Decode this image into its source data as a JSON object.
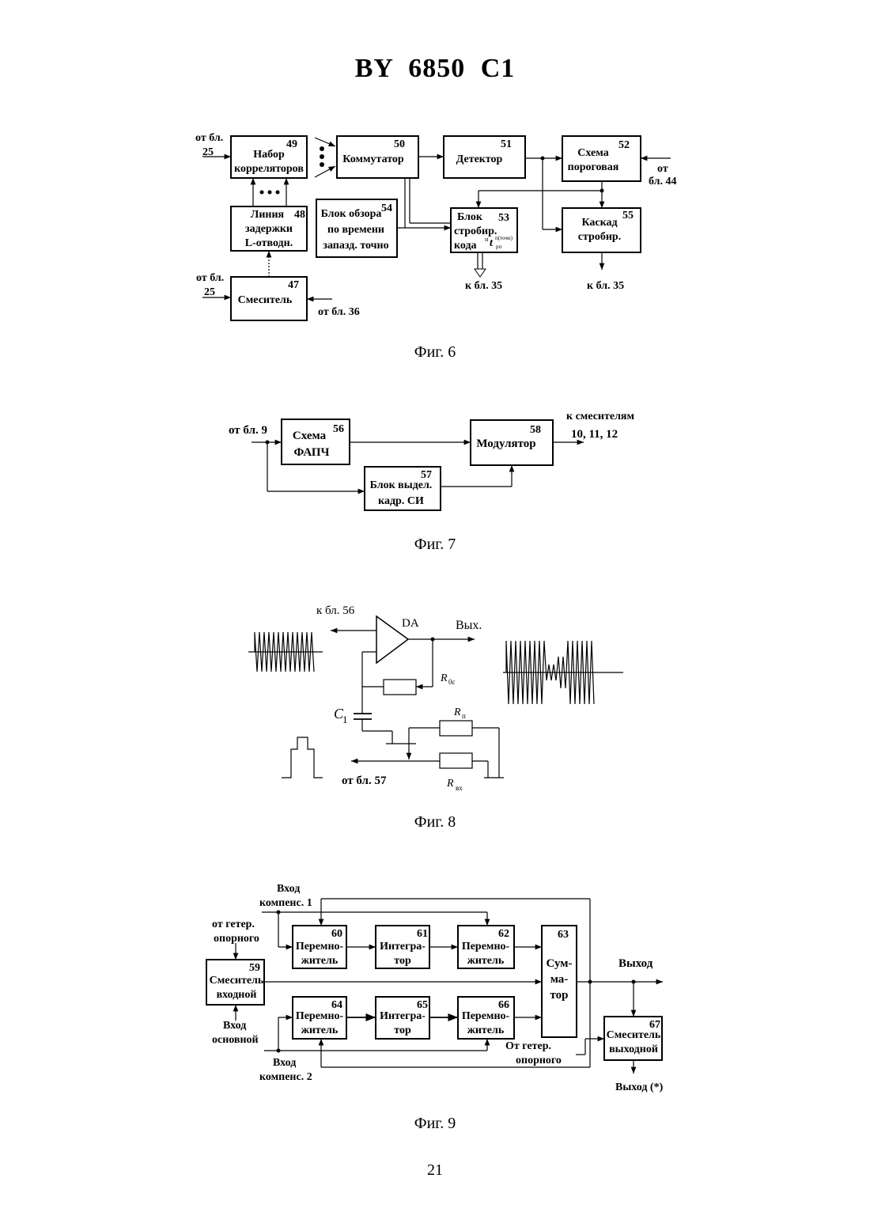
{
  "header": {
    "title": "BY 6850 C1"
  },
  "fig6": {
    "caption": "Фиг. 6",
    "blocks": {
      "b49": {
        "num": "49",
        "line1": "Набор",
        "line2": "корреляторов"
      },
      "b50": {
        "num": "50",
        "line1": "Коммутатор"
      },
      "b51": {
        "num": "51",
        "line1": "Детектор"
      },
      "b52": {
        "num": "52",
        "line1": "Схема",
        "line2": "пороговая"
      },
      "b48": {
        "num": "48",
        "line1": "Линия",
        "line2": "задержки",
        "line3": "L-отводн."
      },
      "b54": {
        "num": "54",
        "line1": "Блок обзора",
        "line2": "по времени",
        "line3": "запазд. точно"
      },
      "b53": {
        "num": "53",
        "line1": "Блок",
        "line2": "стробир.",
        "line3": "кода",
        "formula": "t",
        "sup": "п(точн)",
        "sub": "рп",
        "pre": "н"
      },
      "b55": {
        "num": "55",
        "line1": "Каскад",
        "line2": "стробир."
      },
      "b47": {
        "num": "47",
        "line1": "Смеситель"
      }
    },
    "labels": {
      "from25_top_a": "от бл.",
      "from25_top_b": "25",
      "from25_bot_a": "от бл.",
      "from25_bot_b": "25",
      "from36": "от бл. 36",
      "from44_a": "от",
      "from44_b": "бл. 44",
      "to35_a": "к бл. 35",
      "to35_b": "к бл. 35"
    }
  },
  "fig7": {
    "caption": "Фиг. 7",
    "blocks": {
      "b56": {
        "num": "56",
        "line1": "Схема",
        "line2": "ФАПЧ"
      },
      "b58": {
        "num": "58",
        "line1": "Модулятор"
      },
      "b57": {
        "num": "57",
        "line1": "Блок выдел.",
        "line2": "кадр. СИ"
      }
    },
    "labels": {
      "from9": "от бл. 9",
      "to_mixers_a": "к смесителям",
      "to_mixers_b": "10, 11, 12"
    }
  },
  "fig8": {
    "caption": "Фиг. 8",
    "labels": {
      "to56": "к бл. 56",
      "da": "DA",
      "out": "Вых.",
      "r_oc": "R",
      "r_oc_sub": "0с",
      "c1": "C",
      "c1_sub": "1",
      "r_n": "R",
      "r_n_sub": "п",
      "r_vx": "R",
      "r_vx_sub": "вх",
      "from57": "от бл. 57"
    }
  },
  "fig9": {
    "caption": "Фиг. 9",
    "blocks": {
      "b59": {
        "num": "59",
        "line1": "Смеситель",
        "line2": "входной"
      },
      "b60": {
        "num": "60",
        "line1": "Перемно-",
        "line2": "житель"
      },
      "b61": {
        "num": "61",
        "line1": "Интегра-",
        "line2": "тор"
      },
      "b62": {
        "num": "62",
        "line1": "Перемно-",
        "line2": "житель"
      },
      "b63": {
        "num": "63",
        "line1": "Сум-",
        "line2": "ма-",
        "line3": "тор"
      },
      "b64": {
        "num": "64",
        "line1": "Перемно-",
        "line2": "житель"
      },
      "b65": {
        "num": "65",
        "line1": "Интегра-",
        "line2": "тор"
      },
      "b66": {
        "num": "66",
        "line1": "Перемно-",
        "line2": "житель"
      },
      "b67": {
        "num": "67",
        "line1": "Смеситель",
        "line2": "выходной"
      }
    },
    "labels": {
      "comp1_a": "Вход",
      "comp1_b": "компенс. 1",
      "het_ref_a": "от гетер.",
      "het_ref_b": "опорного",
      "main_a": "Вход",
      "main_b": "основной",
      "comp2_a": "Вход",
      "comp2_b": "компенс. 2",
      "out": "Выход",
      "het_ref2_a": "От гетер.",
      "het_ref2_b": "опорного",
      "out_star": "Выход (*)"
    }
  },
  "footer": {
    "page_number": "21"
  }
}
